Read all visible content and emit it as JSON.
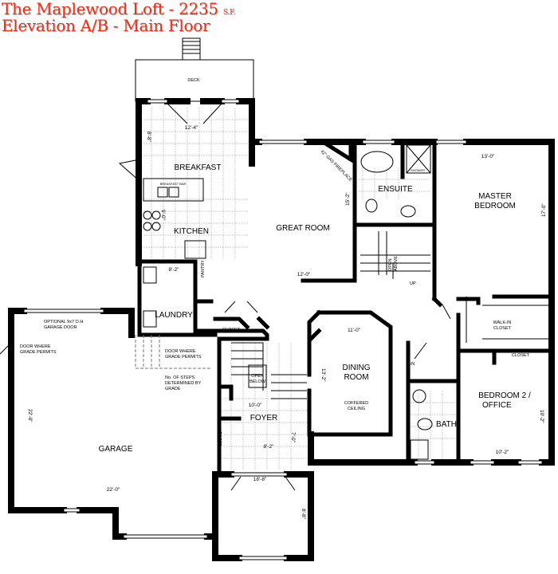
{
  "title": {
    "line1": "The Maplewood Loft - 2235",
    "sf": "S.F.",
    "line2": "Elevation A/B - Main Floor",
    "color": "#e8321a"
  },
  "rooms": {
    "deck": "DECK",
    "breakfast": "BREAKFAST",
    "breakfast_bar": "BREAKFAST BAR",
    "kitchen": "KITCHEN",
    "pantry": "PANTRY",
    "laundry": "LAUNDRY",
    "great_room": "GREAT ROOM",
    "fireplace": "42\" GAS FIREPLACE",
    "ensuite": "ENSUITE",
    "shower": "SHOWER",
    "master_1": "MASTER",
    "master_2": "BEDROOM",
    "open_above_1": "OPEN",
    "open_above_2": "ABOVE",
    "up": "UP",
    "dining_1": "DINING",
    "dining_2": "ROOM",
    "coffered_1": "COFFERED",
    "coffered_2": "CEILING",
    "walkin_1": "WALK-IN",
    "walkin_2": "CLOSET",
    "closet_bed2": "CLOSET",
    "linen": "L/N",
    "bed2_1": "BEDROOM 2 /",
    "bed2_2": "OFFICE",
    "bath": "BATH",
    "closet_hall": "CLOSET",
    "garage": "GARAGE",
    "garage_door_1": "OPTIONAL 9x7 O.H.",
    "garage_door_2": "GARAGE DOOR",
    "door_grade_left_1": "DOOR WHERE",
    "door_grade_left_2": "GRADE PERMITS",
    "door_grade_mid_1": "DOOR WHERE",
    "door_grade_mid_2": "GRADE PERMITS",
    "steps_1": "No. OF STEPS",
    "steps_2": "DETERMINED BY",
    "steps_3": "GRADE",
    "open_below_1": "OPEN",
    "open_below_2": "BELOW",
    "foyer": "FOYER",
    "closet_foyer": "CLOSET"
  },
  "dimensions": {
    "breakfast_w": "12'-4\"",
    "breakfast_h": "8'-8\"",
    "kitchen_h": "9'-0\"",
    "laundry_w": "8'-2\"",
    "great_h": "15'-2\"",
    "great_w": "12'-0\"",
    "master_w": "13'-0\"",
    "master_h": "17'-0\"",
    "dining_w": "11'-0\"",
    "dining_h": "13'-2\"",
    "bed2_h": "10'-2\"",
    "bed2_w": "10'-2\"",
    "garage_h": "22'-0\"",
    "garage_w": "22'-0\"",
    "foyer_w": "10'-0\"",
    "foyer_h": "7'-0\"",
    "foyer_w2": "8'-2\"",
    "porch_w": "18'-8\"",
    "porch_h": "8'-8\""
  }
}
